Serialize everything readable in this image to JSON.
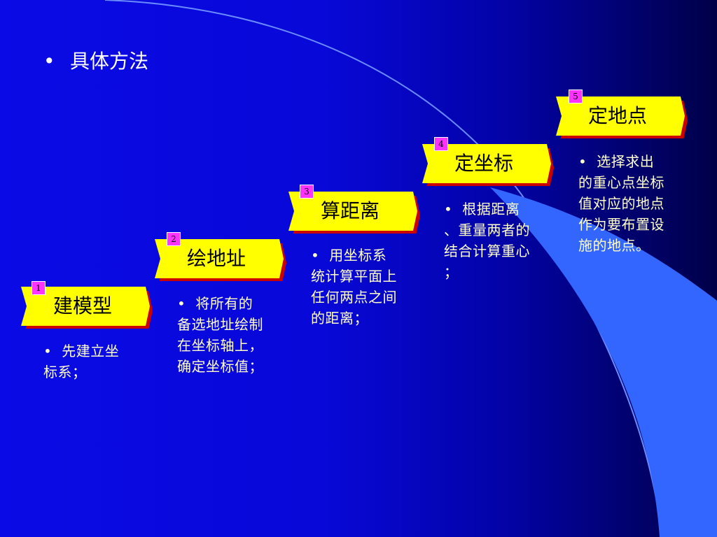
{
  "heading": {
    "bullet": "•",
    "text": "具体方法"
  },
  "steps": [
    {
      "num": "1",
      "label": "建模型",
      "desc_lines": [
        "先建立坐",
        "标系；"
      ]
    },
    {
      "num": "2",
      "label": "绘地址",
      "desc_lines": [
        "将所有的",
        "备选地址绘制",
        "在坐标轴上，",
        "确定坐标值；"
      ]
    },
    {
      "num": "3",
      "label": "算距离",
      "desc_lines": [
        "用坐标系",
        "统计算平面上",
        "任何两点之间",
        "的距离；"
      ]
    },
    {
      "num": "4",
      "label": "定坐标",
      "desc_lines": [
        "根据距离",
        "、重量两者的",
        "结合计算重心",
        "；"
      ]
    },
    {
      "num": "5",
      "label": "定地点",
      "desc_lines": [
        "选择求出",
        "的重心点坐标",
        "值对应的地点",
        "作为要布置设",
        "施的地点。"
      ]
    }
  ],
  "colors": {
    "background": "#0808d8",
    "step_fill": "#ffff00",
    "step_shadow": "#cc0000",
    "tag_fill": "#ff33ff",
    "desc_text": "#ffffcc",
    "swoosh": "#3366ff"
  }
}
